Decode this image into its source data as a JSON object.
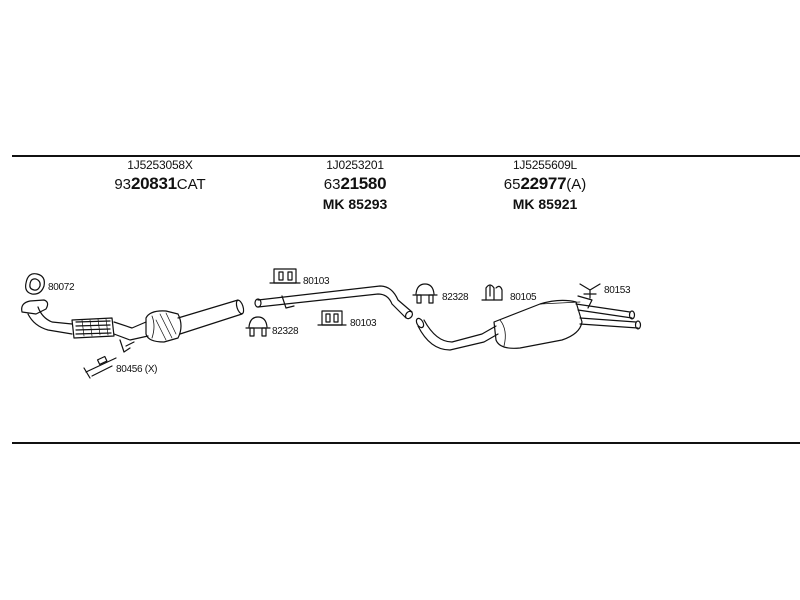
{
  "parts": [
    {
      "oe_number": "1J5253058X",
      "code_prefix": "93",
      "code_main": "20831",
      "code_suffix": "CAT",
      "mk": ""
    },
    {
      "oe_number": "1J0253201",
      "code_prefix": "63",
      "code_main": "21580",
      "code_suffix": "",
      "mk": "MK  85293"
    },
    {
      "oe_number": "1J5255609L",
      "code_prefix": "65",
      "code_main": "22977",
      "code_suffix": "(A)",
      "mk": "MK  85921"
    }
  ],
  "callouts": {
    "gasket_80072": "80072",
    "clamp_80456": "80456 (X)",
    "hanger_80103_top": "80103",
    "clamp_82328_left": "82328",
    "hanger_80103_bottom": "80103",
    "clamp_82328_right": "82328",
    "hanger_80105": "80105",
    "bracket_80153": "80153"
  },
  "colors": {
    "line": "#111111",
    "background": "#ffffff"
  }
}
